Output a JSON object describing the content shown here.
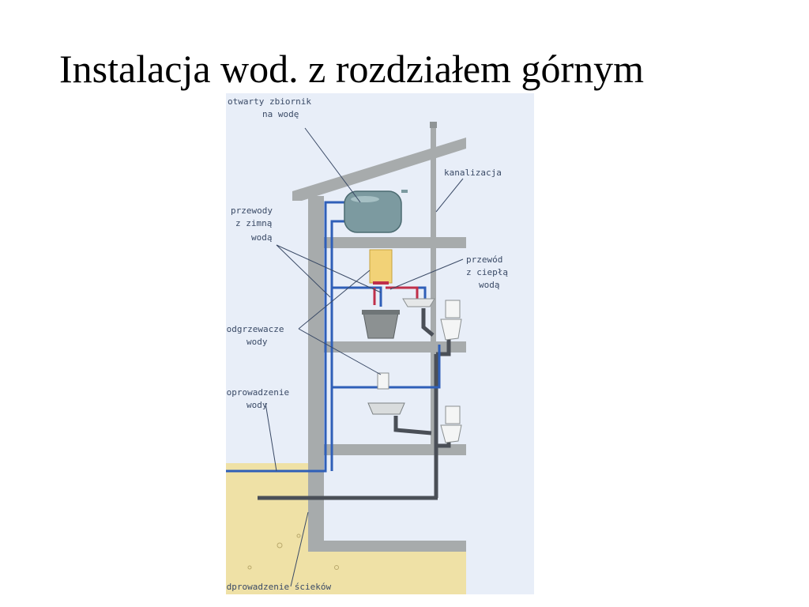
{
  "slide": {
    "title": "Instalacja wod. z rozdziałem górnym"
  },
  "diagram": {
    "labels": {
      "tank_line1": "otwarty zbiornik",
      "tank_line2": "na wodę",
      "sewer": "kanalizacja",
      "cold_line1": "przewody",
      "cold_line2": "z zimną",
      "cold_line3": "wodą",
      "hot_line1": "przewód",
      "hot_line2": "z ciepłą",
      "hot_line3": "wodą",
      "heater_line1": "podgrzewacze",
      "heater_line2": "wody",
      "supply_line1": "doprowadzenie",
      "supply_line2": "wody",
      "drain": "odprowadzenie ścieków"
    },
    "colors": {
      "background": "#e8eef8",
      "walls": "#a7abac",
      "cold_water": "#2f5fb8",
      "hot_water": "#c0304a",
      "drain_pipe": "#4a4f57",
      "soil": "#efe1a6",
      "leader_lines": "#3a4a66"
    }
  }
}
